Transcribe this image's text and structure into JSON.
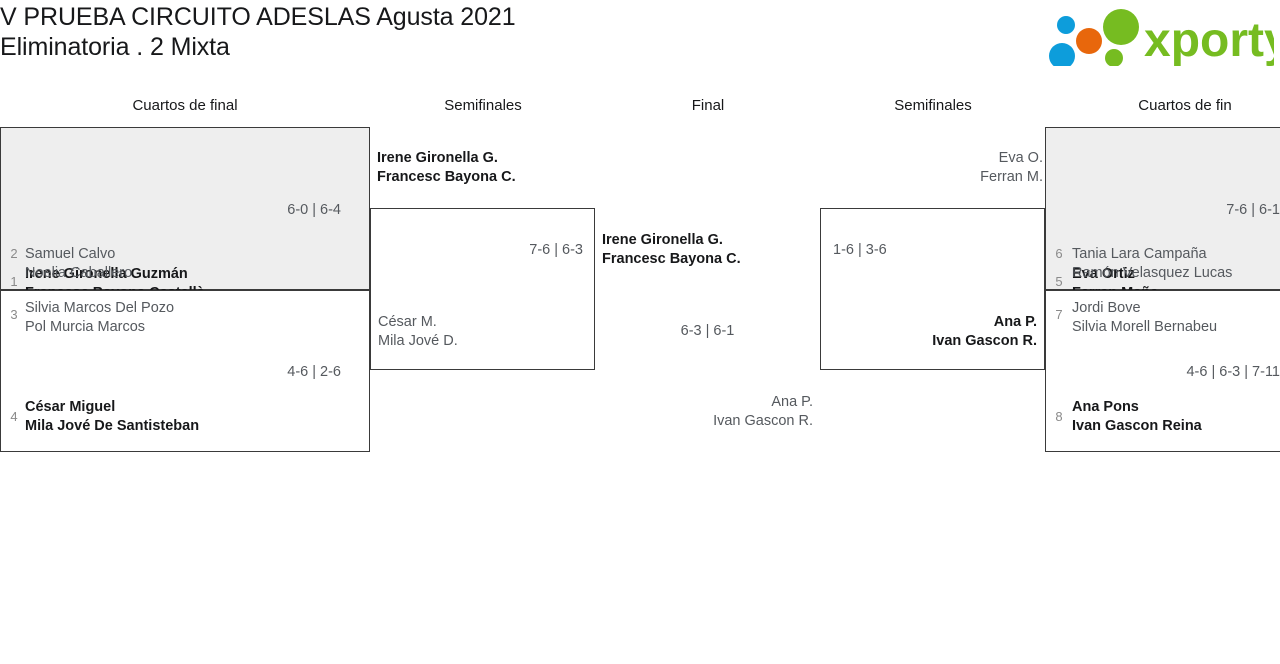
{
  "header": {
    "title_line1": "V PRUEBA CIRCUITO ADESLAS Agusta 2021",
    "title_line2": "Eliminatoria . 2 Mixta",
    "logo_text": "xporty",
    "logo_colors": {
      "green": "#76bc21",
      "orange": "#e8670c",
      "blue": "#0d9ddb"
    }
  },
  "rounds": [
    {
      "label": "Cuartos de final"
    },
    {
      "label": "Semifinales"
    },
    {
      "label": "Final"
    },
    {
      "label": "Semifinales"
    },
    {
      "label": "Cuartos de fin"
    }
  ],
  "matches": {
    "qf1": {
      "shaded": true,
      "top": {
        "seed": "1",
        "p1": "Irene Gironella Guzmán",
        "p2": "Francesc Bayona Castellà",
        "winner": true
      },
      "bottom": {
        "seed": "2",
        "p1": "Samuel Calvo",
        "p2": "Noelia Caballero",
        "winner": false
      },
      "score": "6-0 | 6-4"
    },
    "qf2": {
      "shaded": false,
      "top": {
        "seed": "3",
        "p1": "Silvia Marcos Del Pozo",
        "p2": "Pol Murcia Marcos",
        "winner": false
      },
      "bottom": {
        "seed": "4",
        "p1": "César Miguel",
        "p2": "Mila Jové De Santisteban",
        "winner": true
      },
      "score": "4-6 | 2-6"
    },
    "sf_left": {
      "top": {
        "p1": "Irene Gironella G.",
        "p2": "Francesc Bayona C.",
        "winner": true
      },
      "bottom": {
        "p1": "César M.",
        "p2": "Mila Jové D.",
        "winner": false
      },
      "score": "7-6 | 6-3"
    },
    "final": {
      "top": {
        "p1": "Irene Gironella G.",
        "p2": "Francesc Bayona C.",
        "winner": true
      },
      "bottom": {
        "p1": "Ana P.",
        "p2": "Ivan Gascon R.",
        "winner": false
      },
      "score": "6-3 | 6-1"
    },
    "sf_right": {
      "top": {
        "p1": "Eva O.",
        "p2": "Ferran M.",
        "winner": false
      },
      "bottom": {
        "p1": "Ana P.",
        "p2": "Ivan Gascon R.",
        "winner": true
      },
      "score": "1-6 | 3-6"
    },
    "qf3": {
      "shaded": true,
      "top": {
        "seed": "5",
        "p1": "Eva Ortiz",
        "p2": "Ferran Mañe",
        "winner": true
      },
      "bottom": {
        "seed": "6",
        "p1": "Tania Lara Campaña",
        "p2": "Ramón Velasquez Lucas",
        "winner": false
      },
      "score": "7-6 | 6-1"
    },
    "qf4": {
      "shaded": false,
      "top": {
        "seed": "7",
        "p1": "Jordi Bove",
        "p2": "Silvia Morell Bernabeu",
        "winner": false
      },
      "bottom": {
        "seed": "8",
        "p1": "Ana Pons",
        "p2": "Ivan Gascon Reina",
        "winner": true
      },
      "score": "4-6 | 6-3 | 7-11"
    }
  }
}
